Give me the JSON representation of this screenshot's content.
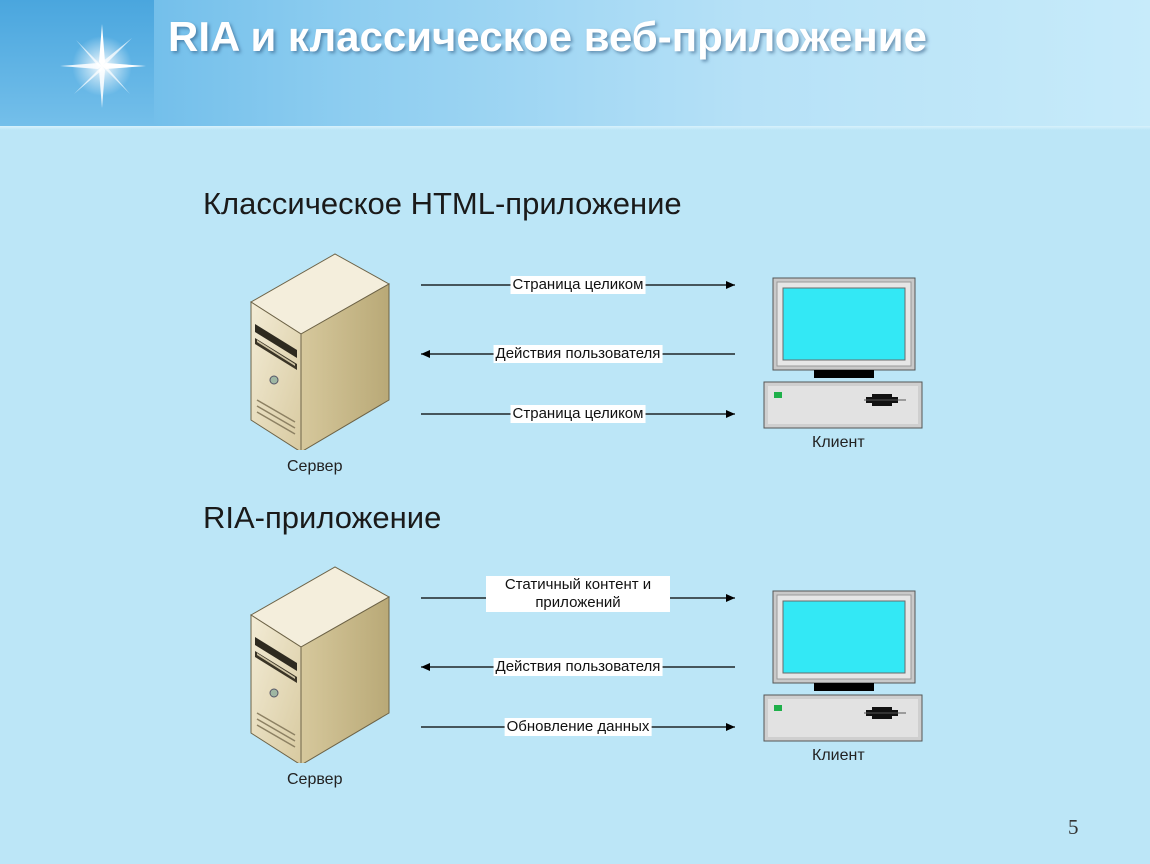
{
  "slide": {
    "title": "RIA и классическое веб-приложение",
    "page_number": "5"
  },
  "sections": [
    {
      "heading": "Классическое HTML-приложение",
      "server_label": "Сервер",
      "client_label": "Клиент",
      "messages": [
        {
          "text": "Страница целиком",
          "direction": "to-client"
        },
        {
          "text": "Действия пользователя",
          "direction": "to-server"
        },
        {
          "text": "Страница целиком",
          "direction": "to-client"
        }
      ]
    },
    {
      "heading": "RIA-приложение",
      "server_label": "Сервер",
      "client_label": "Клиент",
      "messages": [
        {
          "text": "Статичный контент и приложений",
          "direction": "to-client"
        },
        {
          "text": "Действия пользователя",
          "direction": "to-server"
        },
        {
          "text": "Обновление данных",
          "direction": "to-client"
        }
      ]
    }
  ],
  "colors": {
    "background": "#bce6f7",
    "server_front": "#e6dcc0",
    "server_side": "#c6b88e",
    "screen": "#33e8f5",
    "arrow": "#000000"
  },
  "icons": [
    "sparkle-icon",
    "server-icon",
    "computer-icon",
    "arrow-right-icon",
    "arrow-left-icon"
  ]
}
